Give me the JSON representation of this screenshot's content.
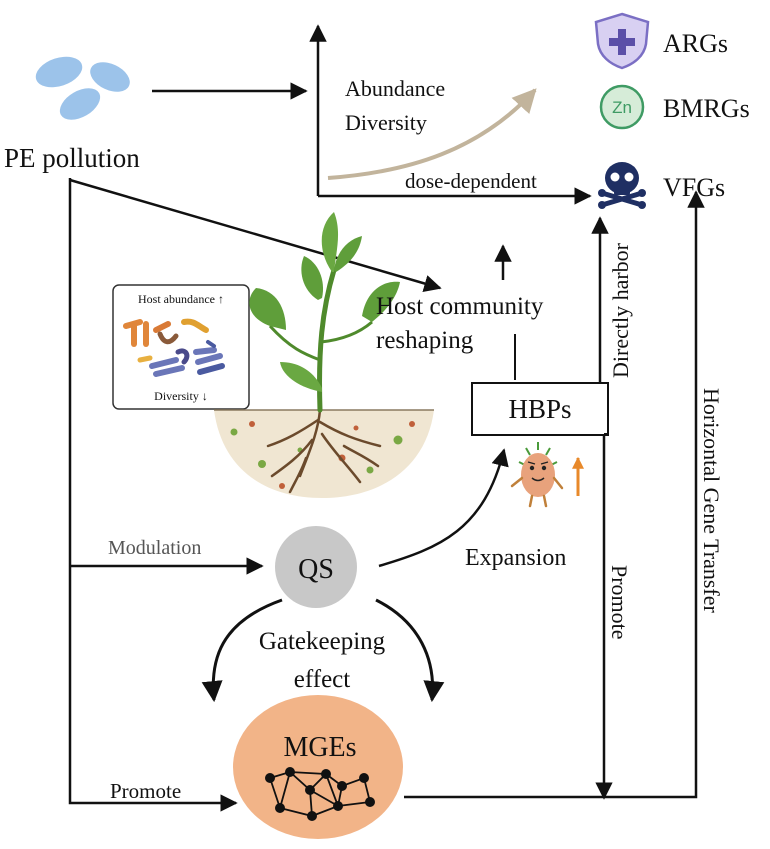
{
  "pollution": {
    "label": "PE pollution"
  },
  "trend_chart": {
    "line1": "Abundance",
    "line2": "Diversity",
    "x_annotation": "dose-dependent"
  },
  "legend": [
    {
      "label": "ARGs",
      "icon": "shield-plus-icon",
      "color": "#7b6fc4"
    },
    {
      "label": "BMRGs",
      "icon": "zn-badge-icon",
      "color": "#3f9b64",
      "icon_text": "Zn"
    },
    {
      "label": "VFGs",
      "icon": "skull-crossbones-icon",
      "color": "#1f2f63"
    }
  ],
  "inset": {
    "top_label": "Host abundance ↑",
    "bottom_label": "Diversity ↓"
  },
  "host_reshaping": {
    "line1": "Host community",
    "line2": "reshaping"
  },
  "hbps": {
    "label": "HBPs"
  },
  "directly_harbor": {
    "label": "Directly harbor"
  },
  "horizontal_gene_transfer": {
    "label": "Horizontal Gene Transfer"
  },
  "modulation": {
    "label": "Modulation"
  },
  "qs": {
    "label": "QS"
  },
  "expansion": {
    "label": "Expansion"
  },
  "promote_right": {
    "label": "Promote"
  },
  "gatekeeping": {
    "line1": "Gatekeeping",
    "line2": "effect"
  },
  "mges": {
    "label": "MGEs"
  },
  "promote_bottom": {
    "label": "Promote"
  },
  "colors": {
    "pill": "#9cc3ea",
    "trend_curve": "#c2b49c",
    "qs_fill": "#c8c8c8",
    "mges_fill": "#f2b488",
    "plant_leaf": "#5f9e3a",
    "soil": "#f0e6d2",
    "bacterium": "#e8a27c",
    "up_arrow": "#e8892a"
  }
}
